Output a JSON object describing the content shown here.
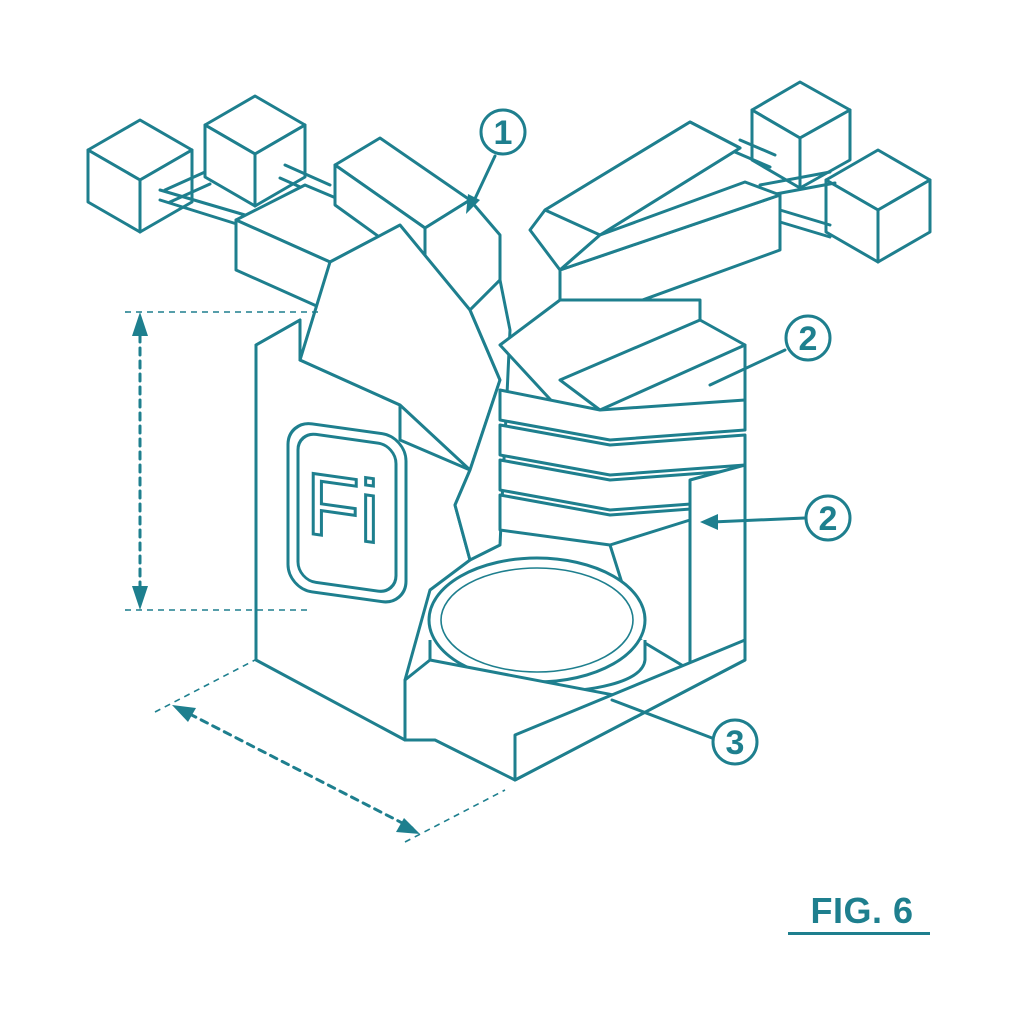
{
  "logo_text": "Fi",
  "callouts": [
    {
      "label": "1"
    },
    {
      "label": "2"
    },
    {
      "label": "2"
    },
    {
      "label": "3"
    }
  ],
  "figure_label": "FIG. 6",
  "colors": {
    "ink": "#1e7f8e",
    "background": "#ffffff"
  }
}
